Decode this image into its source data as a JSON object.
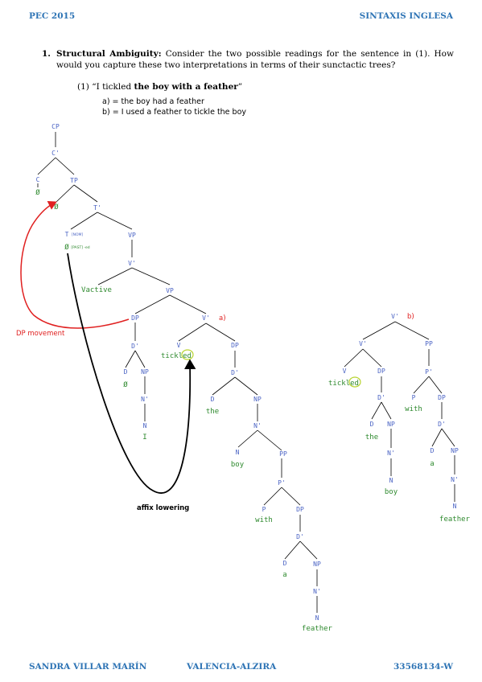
{
  "header": {
    "left": "PEC 2015",
    "right": "SINTAXIS INGLESA"
  },
  "question": {
    "number": "1.",
    "title": "Structural Ambiguity:",
    "text": " Consider the two possible readings for the sentence in (1). How would you capture these two interpretations in terms of their sunctactic trees?"
  },
  "example": {
    "prefix": "(1) “I tickled ",
    "bold": "the boy with a feather",
    "suffix": "”",
    "reading_a": "a)  = the boy had a feather",
    "reading_b": "b)  = I used a feather to tickle the boy"
  },
  "tree_a": {
    "marker": "a)",
    "nodes": {
      "cp": "CP",
      "c_bar": "C'",
      "c": "C",
      "c_word": "Ø",
      "tp": "TP",
      "tp_spec": "Ø",
      "t_bar": "T'",
      "t": "T",
      "t_feature": "[NOM]",
      "t_word": "Ø",
      "t_affix": "[PAST] -ed",
      "vp_outer": "VP",
      "v_bar_outer": "V'",
      "vactive": "Vactive",
      "vp_inner": "VP",
      "dp_subj": "DP",
      "d_bar_subj": "D'",
      "d_subj": "D",
      "d_subj_word": "Ø",
      "np_subj": "NP",
      "n_bar_subj": "N'",
      "n_subj": "N",
      "n_subj_word": "I",
      "v_bar": "V'",
      "v": "V",
      "v_word_stem": "tickl",
      "v_word_affix": "ed",
      "dp_obj": "DP",
      "d_bar_obj": "D'",
      "d_obj": "D",
      "d_obj_word": "the",
      "np_obj": "NP",
      "n_bar_obj": "N'",
      "n_obj": "N",
      "n_obj_word": "boy",
      "pp": "PP",
      "p_bar": "P'",
      "p": "P",
      "p_word": "with",
      "dp_pp": "DP",
      "d_bar_pp": "D'",
      "d_pp": "D",
      "d_pp_word": "a",
      "np_pp": "NP",
      "n_bar_pp": "N'",
      "n_pp": "N",
      "n_pp_word": "feather"
    },
    "annotations": {
      "dp_movement": "DP movement",
      "affix_lowering": "affix lowering"
    }
  },
  "tree_b": {
    "marker": "b)",
    "nodes": {
      "v_bar_top": "V'",
      "v_bar": "V'",
      "pp": "PP",
      "v": "V",
      "dp": "DP",
      "v_word_stem": "tickl",
      "v_word_affix": "ed",
      "d_bar": "D'",
      "d": "D",
      "d_word": "the",
      "np": "NP",
      "n_bar": "N'",
      "n": "N",
      "n_word": "boy",
      "p_bar": "P'",
      "p": "P",
      "p_word": "with",
      "dp_pp": "DP",
      "d_bar_pp": "D'",
      "d_pp": "D",
      "d_pp_word": "a",
      "np_pp": "NP",
      "n_bar_pp": "N'",
      "n_pp": "N",
      "n_pp_word": "feather"
    }
  },
  "footer": {
    "name": "SANDRA VILLAR MARÍN",
    "center": "VALENCIA-ALZIRA",
    "id": "33568134-W"
  },
  "colors": {
    "heading": "#2e74b5",
    "node": "#4a63c4",
    "word": "#2f8a2f",
    "movement": "#e02020",
    "lowering": "#000000",
    "highlight": "#b8d430"
  }
}
